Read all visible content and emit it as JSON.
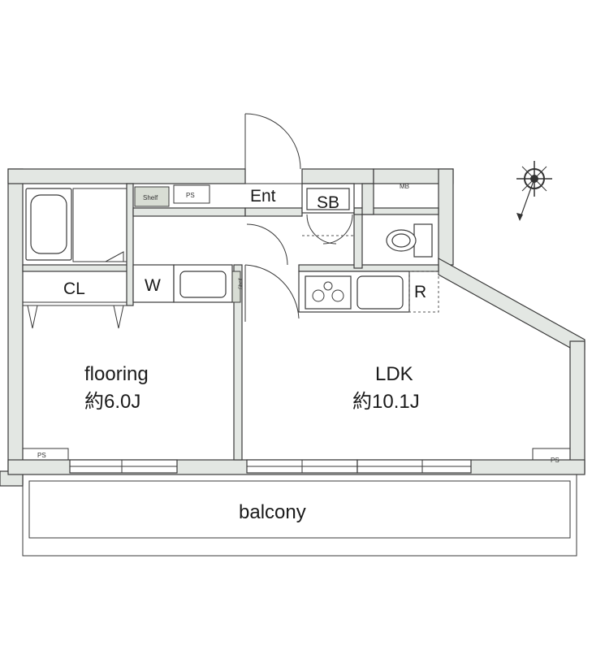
{
  "rooms": {
    "closet": "CL",
    "washer": "W",
    "entrance": "Ent",
    "shoe_box": "SB",
    "fridge": "R",
    "meter_box": "MB",
    "bedroom_type": "flooring",
    "bedroom_size": "約6.0J",
    "living_type": "LDK",
    "living_size": "約10.1J",
    "balcony": "balcony"
  },
  "small_labels": {
    "shelf_bath": "Shelf",
    "shelf_hall": "Shelf",
    "ps_top": "PS",
    "ps_left": "PS",
    "ps_right": "PS"
  },
  "compass": {
    "icon": "compass-rose-icon"
  }
}
